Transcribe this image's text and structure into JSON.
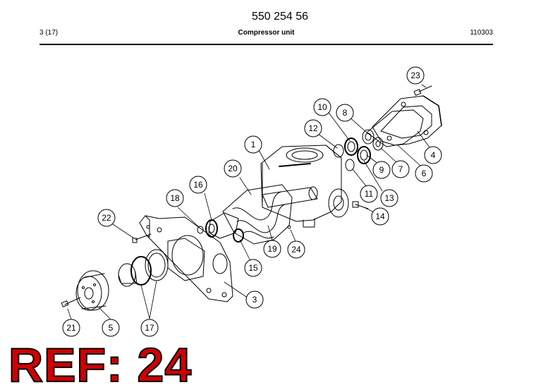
{
  "header": {
    "doc_number": "550 254 56",
    "page_ref": "3 (17)",
    "section_title": "Compressor unit",
    "doc_date": "110303"
  },
  "callouts": [
    "1",
    "3",
    "4",
    "5",
    "6",
    "7",
    "8",
    "9",
    "10",
    "11",
    "12",
    "13",
    "14",
    "15",
    "16",
    "17",
    "18",
    "19",
    "20",
    "21",
    "22",
    "23",
    "24"
  ],
  "ref_banner": "REF: 24",
  "colors": {
    "ink": "#000000",
    "banner": "#d20000",
    "paper": "#ffffff"
  }
}
